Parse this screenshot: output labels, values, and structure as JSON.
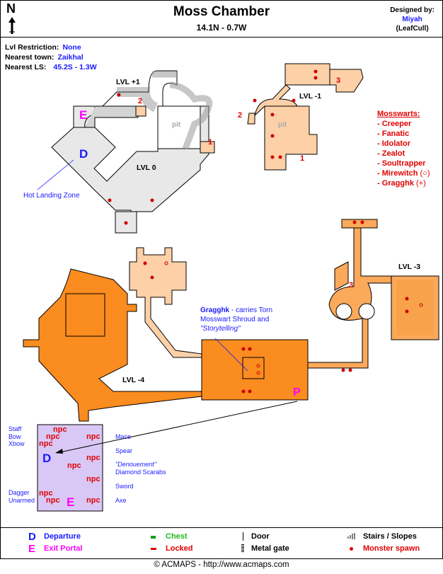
{
  "header": {
    "north_label": "N",
    "title": "Moss Chamber",
    "coords": "14.1N - 0.7W",
    "designed_by_label": "Designed by:",
    "designer": "Miyah",
    "designer_group": "(LeafCull)"
  },
  "info": {
    "lvl_restriction_label": "Lvl Restriction:",
    "lvl_restriction": "None",
    "nearest_town_label": "Nearest town:",
    "nearest_town": "Zaikhal",
    "nearest_ls_label": "Nearest LS:",
    "nearest_ls": "45.2S - 1.3W"
  },
  "levels": {
    "lvl_p1": "LVL +1",
    "lvl_0": "LVL 0",
    "lvl_m1": "LVL -1",
    "lvl_m3": "LVL -3",
    "lvl_m4": "LVL -4",
    "pit": "pit"
  },
  "stair_numbers": [
    "1",
    "2",
    "3"
  ],
  "markers": {
    "departure": "D",
    "exit": "E",
    "portal": "P"
  },
  "notes": {
    "hot_landing_zone": "Hot Landing Zone",
    "gragghk_name": "Gragghk",
    "gragghk_text_1": " - carries Torn",
    "gragghk_text_2": "Mosswart Shroud and",
    "gragghk_text_3": "\"Storytelling\""
  },
  "mosswarts": {
    "heading": "Mosswarts:",
    "items": [
      "- Creeper",
      "- Fanatic",
      "- Idolator",
      "- Zealot",
      "- Soultrapper",
      "- Mirewitch",
      "- Gragghk"
    ],
    "symbols": {
      "Mirewitch": "(○)",
      "Gragghk": "(+)"
    }
  },
  "npc_room": {
    "npc_label": "npc",
    "left_labels": [
      "Staff",
      "Bow",
      "Xbow",
      "Dagger",
      "Unarmed"
    ],
    "right_labels": [
      "Mace",
      "Spear",
      "Sword",
      "Axe"
    ],
    "center_label_1": "\"Denouement\"",
    "center_label_2": "Diamond Scarabs"
  },
  "legend": {
    "departure_sym": "D",
    "departure": "Departure",
    "exit_sym": "E",
    "exit": "Exit Portal",
    "chest": "Chest",
    "locked": "Locked",
    "door": "Door",
    "metal_gate": "Metal gate",
    "stairs": "Stairs / Slopes",
    "monster_spawn": "Monster spawn"
  },
  "colors": {
    "level_0": "#e8e8e8",
    "level_m1": "#fdd0a8",
    "level_m3": "#fba95a",
    "level_m4": "#fb8c1f",
    "spawn": "#cc0000",
    "departure": "#1a1aff",
    "exit": "#ff00ff",
    "npc_room": "#d9c8f6"
  },
  "footer": {
    "copyright": "© ACMAPS - http://www.acmaps.com"
  }
}
